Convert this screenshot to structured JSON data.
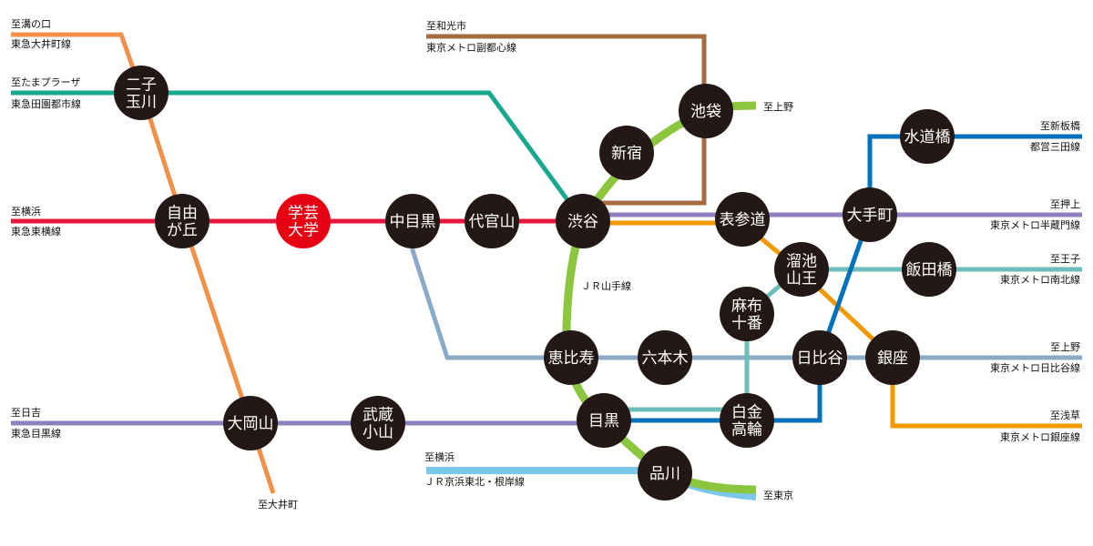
{
  "colors": {
    "station_fill": "#231815",
    "highlight_fill": "#e60012",
    "toyoko": "#e5173f",
    "oimachi": "#f19149",
    "denentoshi": "#1aa88e",
    "meguro_line": "#8f7fbd",
    "fukutoshin": "#a66b3f",
    "yamanote": "#8cc63f",
    "hibiya": "#8aaac8",
    "hanzomon": "#8f7fbd",
    "ginza": "#f39800",
    "nanboku": "#6dbdbb",
    "mita": "#0072bc",
    "keihin_tohoku": "#7ac7eb"
  },
  "stations": {
    "futako": [
      "二子",
      "玉川"
    ],
    "jiyugaoka": [
      "自由",
      "が丘"
    ],
    "gakugei": [
      "学芸",
      "大学"
    ],
    "nakameguro": [
      "中目黒"
    ],
    "daikanyama": [
      "代官山"
    ],
    "shibuya": [
      "渋谷"
    ],
    "shinjuku": [
      "新宿"
    ],
    "ikebukuro": [
      "池袋"
    ],
    "omotesando": [
      "表参道"
    ],
    "otemachi": [
      "大手町"
    ],
    "suidobashi": [
      "水道橋"
    ],
    "tameike": [
      "溜池",
      "山王"
    ],
    "iidabashi": [
      "飯田橋"
    ],
    "azabu": [
      "麻布",
      "十番"
    ],
    "ebisu": [
      "恵比寿"
    ],
    "roppongi": [
      "六本木"
    ],
    "hibiya": [
      "日比谷"
    ],
    "ginza": [
      "銀座"
    ],
    "meguro": [
      "目黒"
    ],
    "shirokane": [
      "白金",
      "高輪"
    ],
    "shinagawa": [
      "品川"
    ],
    "ookayama": [
      "大岡山"
    ],
    "musashikoyama": [
      "武蔵",
      "小山"
    ]
  },
  "labels": {
    "mizonokuchi": "至溝の口",
    "oimachi_line": "東急大井町線",
    "tamaplaza": "至たまプラーザ",
    "denentoshi_line": "東急田園都市線",
    "yokohama1": "至横浜",
    "toyoko_line": "東急東横線",
    "hiyoshi": "至日吉",
    "meguro_line": "東急目黒線",
    "oimachi": "至大井町",
    "wakoshi": "至和光市",
    "fukutoshin_line": "東京メトロ副都心線",
    "ueno1": "至上野",
    "shinitabashi": "至新板橋",
    "mita_line": "都営三田線",
    "oshiage": "至押上",
    "hanzomon_line": "東京メトロ半蔵門線",
    "oji": "至王子",
    "nanboku_line": "東京メトロ南北線",
    "yamanote_line": "ＪＲ山手線",
    "ueno2": "至上野",
    "hibiya_line": "東京メトロ日比谷線",
    "asakusa": "至浅草",
    "ginza_line": "東京メトロ銀座線",
    "yokohama2": "至横浜",
    "keihin_line": "ＪＲ京浜東北・根岸線",
    "tokyo": "至東京"
  }
}
